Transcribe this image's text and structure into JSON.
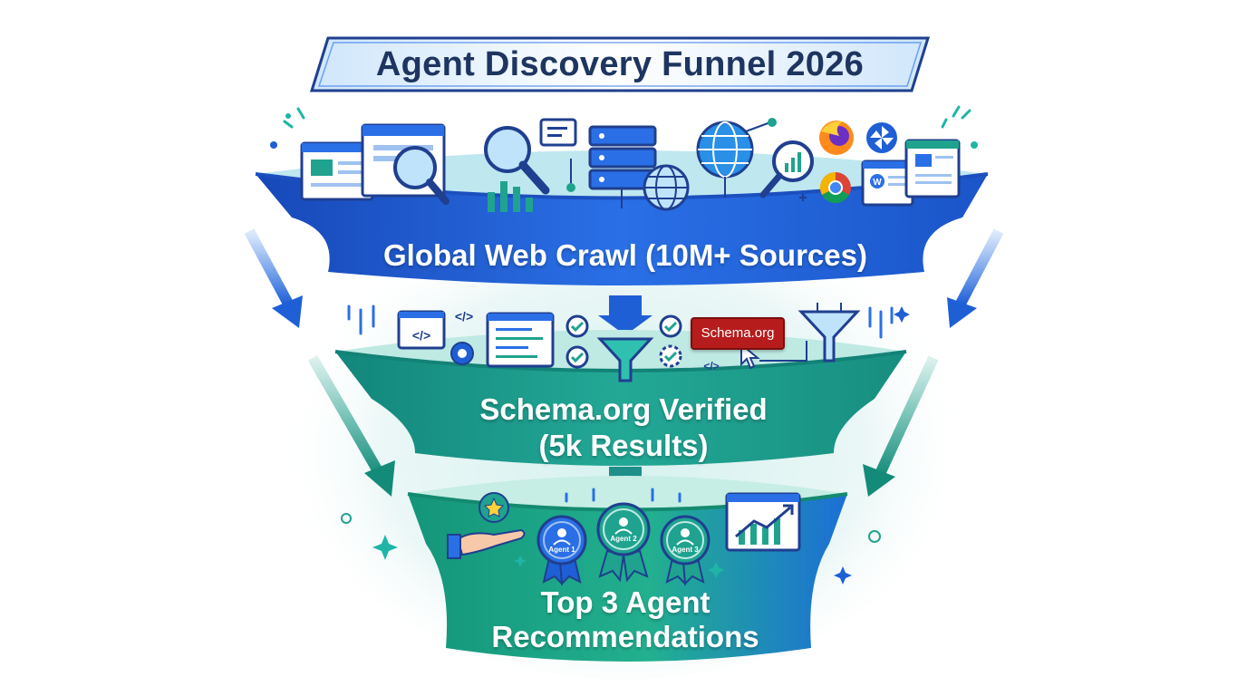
{
  "title": "Agent Discovery Funnel 2026",
  "stages": [
    {
      "label": "Global Web Crawl (10M+ Sources)",
      "color": "#1f5fd6"
    },
    {
      "label_line1": "Schema.org Verified",
      "label_line2": "(5k Results)",
      "color": "#1f9e8f"
    },
    {
      "label_line1": "Top 3 Agent",
      "label_line2": "Recommendations",
      "color": "#1aa07f"
    }
  ],
  "schema_tag": "Schema.org",
  "agents": [
    "Agent 1",
    "Agent 2",
    "Agent 3"
  ],
  "colors": {
    "title_text": "#1e3560",
    "accent_blue": "#1f5fd6",
    "accent_teal": "#1fa38f",
    "tag_red": "#b71c1c"
  }
}
